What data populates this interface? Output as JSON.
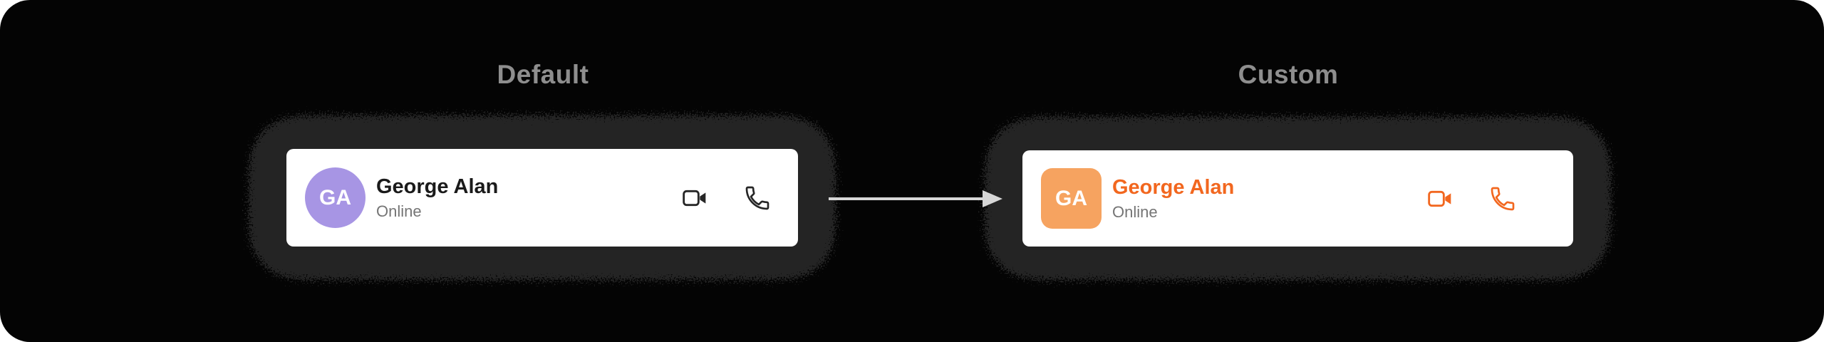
{
  "headings": {
    "left": "Default",
    "right": "Custom"
  },
  "cards": {
    "default": {
      "avatar_initials": "GA",
      "user_name": "George Alan",
      "presence_status": "Online",
      "colors": {
        "card_bg": "#FFFFFF",
        "avatar_bg": "#A795E4",
        "avatar_text": "#FFFFFF",
        "name_text": "#1A1A1A",
        "status_text": "#757575",
        "icon": "#262626"
      }
    },
    "custom": {
      "avatar_initials": "GA",
      "user_name": "George Alan",
      "presence_status": "Online",
      "colors": {
        "card_bg": "#FFFFFF",
        "avatar_bg": "#F6A360",
        "avatar_text": "#FFFFFF",
        "name_text": "#F2671F",
        "status_text": "#757575",
        "icon": "#F2671F"
      }
    }
  },
  "icons": {
    "video_call": "video-camera-outline",
    "voice_call": "phone-outline"
  },
  "page_colors": {
    "page_bg": "#FFFFFF",
    "panel_bg": "#040404",
    "halo": "#242424",
    "heading_text": "#8E8E8E",
    "arrow": "#D7D7D7"
  }
}
